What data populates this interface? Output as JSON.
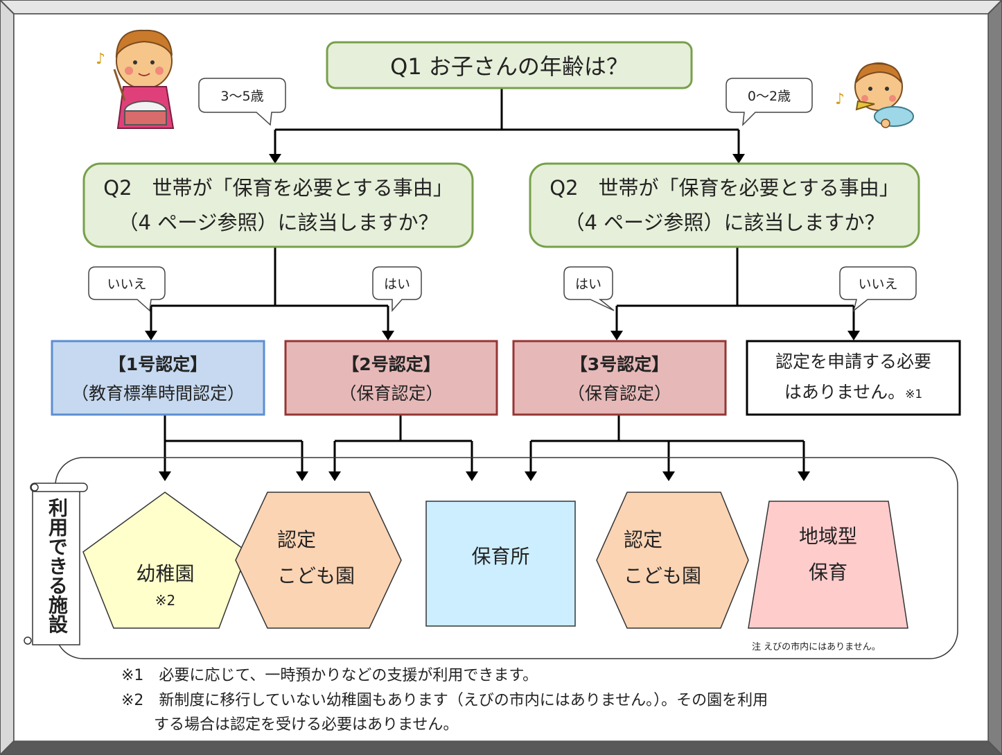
{
  "q1": {
    "title": "Q1 お子さんの年齢は？"
  },
  "age_labels": {
    "left": "3～5歳",
    "right": "0～2歳"
  },
  "q2_left": {
    "line1": "Q2　世帯が「保育を必要とする事由」",
    "line2": "（4 ページ参照）に該当しますか？"
  },
  "q2_right": {
    "line1": "Q2　世帯が「保育を必要とする事由」",
    "line2": "（4 ページ参照）に該当しますか？"
  },
  "answers": {
    "left_no": "いいえ",
    "left_yes": "はい",
    "right_yes": "はい",
    "right_no": "いいえ"
  },
  "certs": {
    "c1": {
      "head": "【1号認定】",
      "sub": "（教育標準時間認定）"
    },
    "c2": {
      "head": "【2号認定】",
      "sub": "（保育認定）"
    },
    "c3": {
      "head": "【3号認定】",
      "sub": "（保育認定）"
    },
    "none": {
      "line1": "認定を申請する必要",
      "line2": "はありません。",
      "mark": "※1"
    }
  },
  "facilities_label": "利用できる施設",
  "facilities": {
    "kindergarten": {
      "name": "幼稚園",
      "mark": "※2"
    },
    "kodomoen1": {
      "line1": "認定",
      "line2": "こども園"
    },
    "hoikusho": {
      "name": "保育所"
    },
    "kodomoen2": {
      "line1": "認定",
      "line2": "こども園"
    },
    "chiiki": {
      "line1": "地域型",
      "line2": "保育"
    }
  },
  "facilities_note": "注 えびの市内にはありません。",
  "notes": {
    "n1": "※1　必要に応じて、一時預かりなどの支援が利用できます。",
    "n2a": "※2　新制度に移行していない幼稚園もあります（えびの市内にはありません。）。その園を利用",
    "n2b": "する場合は認定を受ける必要はありません。"
  },
  "colors": {
    "q_fill": "#e6efd9",
    "q_border": "#77a04a",
    "cert1_fill": "#c6d9f0",
    "cert1_border": "#5b8ed1",
    "cert23_fill": "#e6b9b8",
    "cert23_border": "#943634",
    "kinder_fill": "#ffffcc",
    "kodomo_fill": "#fbd4b4",
    "hoiku_fill": "#cceeff",
    "chiiki_fill": "#ffcccc"
  }
}
